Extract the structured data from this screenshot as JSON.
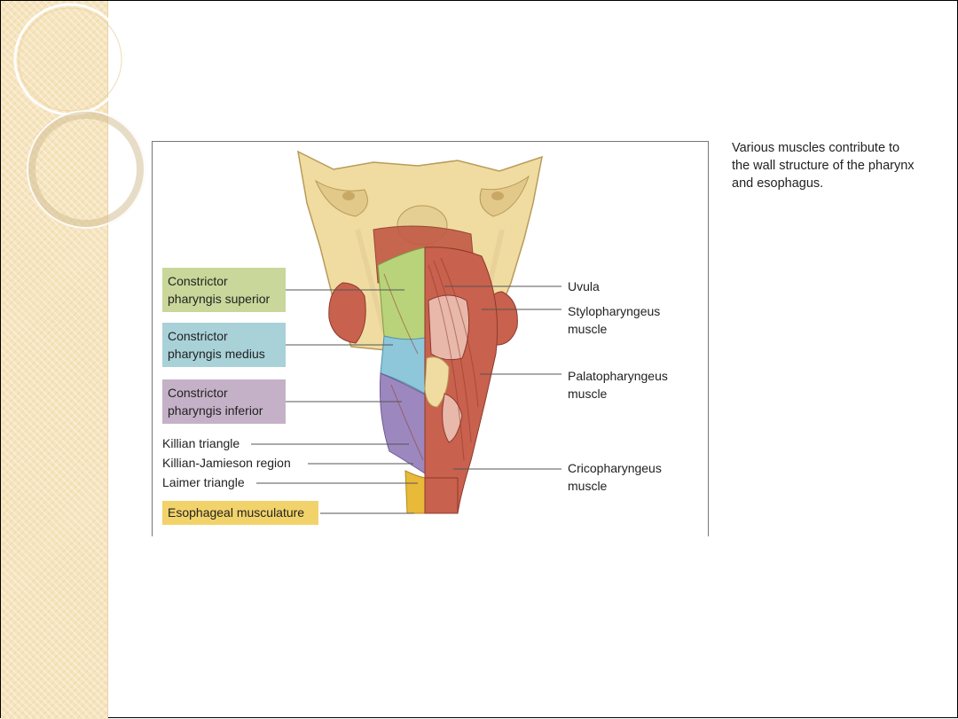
{
  "caption": {
    "line1": "Various muscles contribute to",
    "line2": "the wall structure of the pharynx",
    "line3": "and esophagus."
  },
  "left_labels": {
    "superior": {
      "line1": "Constrictor",
      "line2": "pharyngis superior",
      "color": "#c9d79a"
    },
    "medius": {
      "line1": "Constrictor",
      "line2": "pharyngis medius",
      "color": "#a9d1d8"
    },
    "inferior": {
      "line1": "Constrictor",
      "line2": "pharyngis inferior",
      "color": "#c5b1c7"
    },
    "killian_triangle": "Killian triangle",
    "killian_jamieson": "Killian-Jamieson region",
    "laimer_triangle": "Laimer triangle",
    "esophageal": {
      "text": "Esophageal musculature",
      "color": "#f2d36b"
    }
  },
  "right_labels": {
    "uvula": "Uvula",
    "stylopharyngeus": {
      "line1": "Stylopharyngeus",
      "line2": "muscle"
    },
    "palatopharyngeus": {
      "line1": "Palatopharyngeus",
      "line2": "muscle"
    },
    "cricopharyngeus": {
      "line1": "Cricopharyngeus",
      "line2": "muscle"
    }
  },
  "colors": {
    "bone": "#f0dca0",
    "muscle": "#c8614d",
    "constrictor_superior": "#b9d37a",
    "constrictor_medius": "#8ec6da",
    "constrictor_inferior": "#9c88be",
    "esophagus_yellow": "#e9b93a",
    "band": "#f6e4bd"
  }
}
